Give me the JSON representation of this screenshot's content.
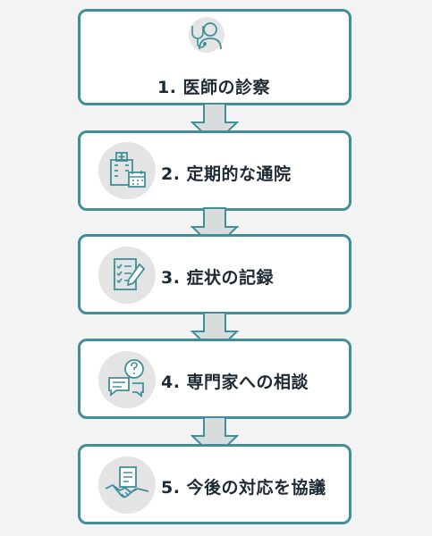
{
  "colors": {
    "border": "#3f8f99",
    "arrow_fill": "#d9dcdd",
    "arrow_stroke": "#3f8f99",
    "text": "#1e2a33",
    "icon_bg": "#e4e4e4",
    "icon_line": "#3f8f99"
  },
  "steps": [
    {
      "label": "1. 医師の診察",
      "icon": "doctor-stethoscope-icon"
    },
    {
      "label": "2. 定期的な通院",
      "icon": "hospital-calendar-icon"
    },
    {
      "label": "3. 症状の記録",
      "icon": "checklist-pen-icon"
    },
    {
      "label": "4. 専門家への相談",
      "icon": "speech-bubbles-question-icon"
    },
    {
      "label": "5. 今後の対応を協議",
      "icon": "handshake-document-icon"
    }
  ]
}
